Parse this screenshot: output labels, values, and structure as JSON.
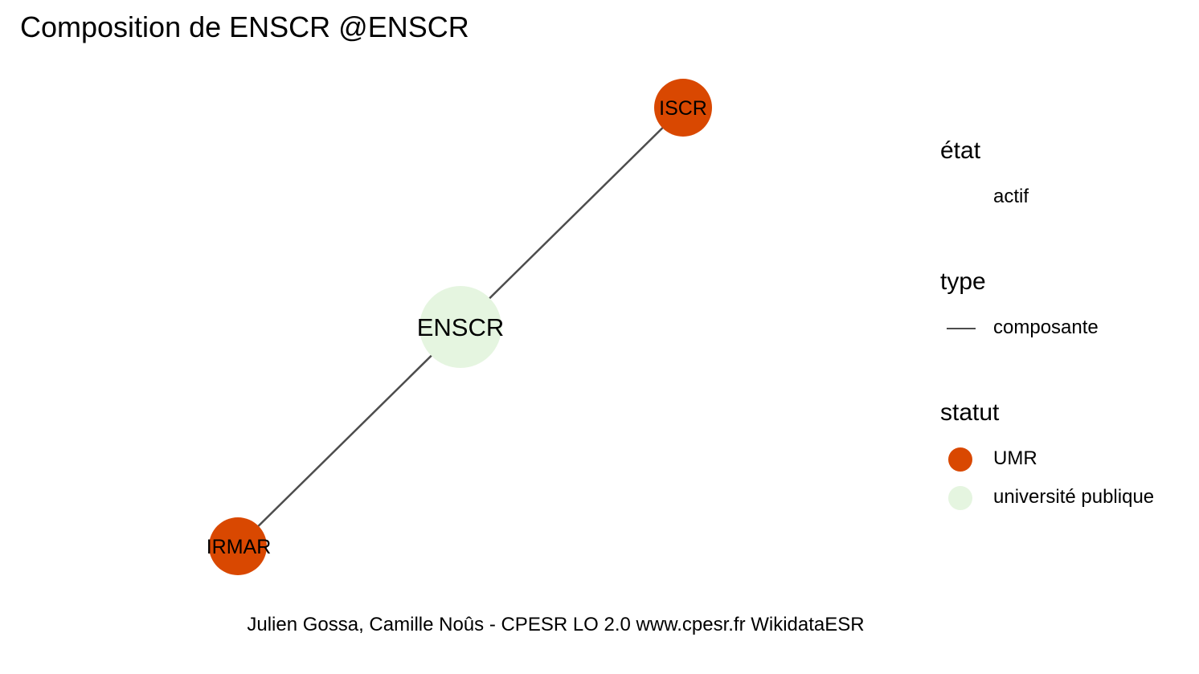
{
  "title": "Composition de ENSCR @ENSCR",
  "caption": "Julien Gossa, Camille Noûs - CPESR LO 2.0 www.cpesr.fr WikidataESR",
  "colors": {
    "umr": "#d94801",
    "universite_publique": "#e5f5e0",
    "edge": "#4d4d4d"
  },
  "graph": {
    "nodes": [
      {
        "id": "ENSCR",
        "label": "ENSCR",
        "statut": "université publique"
      },
      {
        "id": "ISCR",
        "label": "ISCR",
        "statut": "UMR"
      },
      {
        "id": "IRMAR",
        "label": "IRMAR",
        "statut": "UMR"
      }
    ],
    "edges": [
      {
        "from": "ENSCR",
        "to": "ISCR",
        "type": "composante",
        "etat": "actif"
      },
      {
        "from": "ENSCR",
        "to": "IRMAR",
        "type": "composante",
        "etat": "actif"
      }
    ]
  },
  "legend": {
    "etat": {
      "title": "état",
      "items": [
        "actif"
      ]
    },
    "type": {
      "title": "type",
      "items": [
        "composante"
      ]
    },
    "statut": {
      "title": "statut",
      "items": [
        "UMR",
        "université publique"
      ]
    }
  }
}
